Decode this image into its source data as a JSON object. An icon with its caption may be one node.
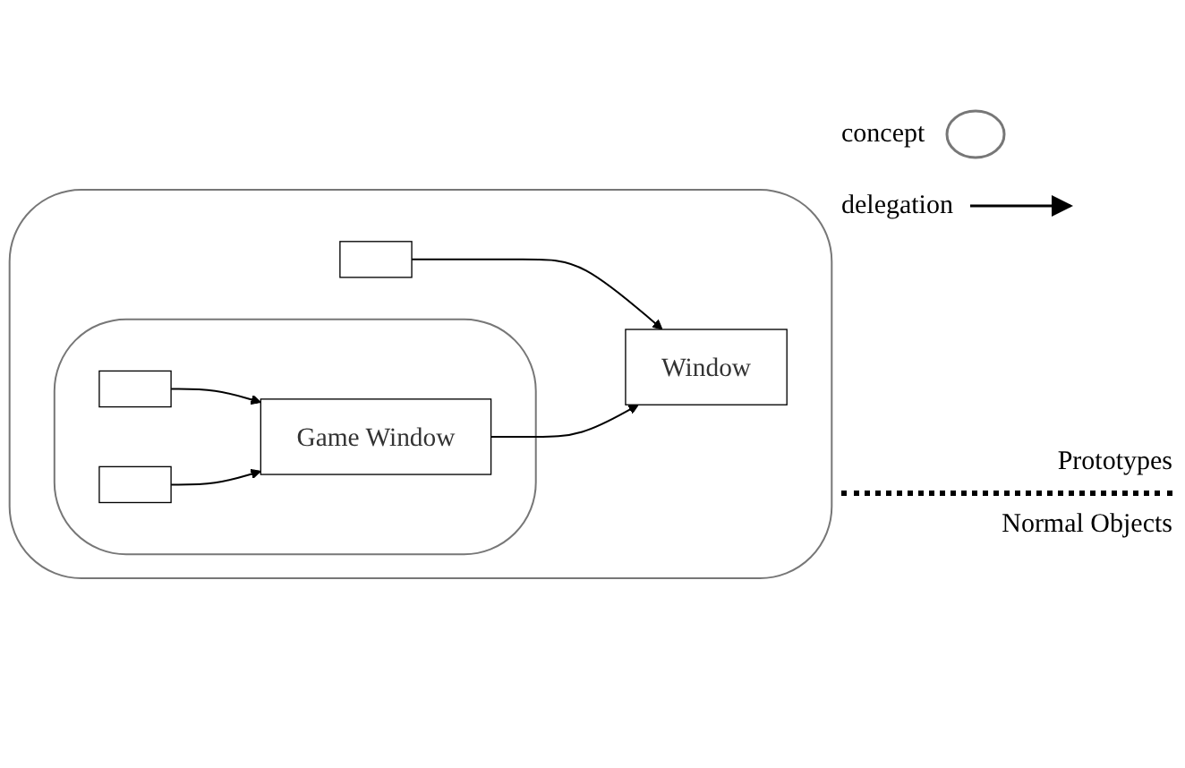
{
  "diagram": {
    "nodes": [
      {
        "text": [],
        "shape": "cloud"
      },
      {
        "text": [
          "Window"
        ],
        "in": 0
      },
      {
        "text": [],
        "shape": "cloud",
        "in": 0
      },
      {
        "text": [
          "Game Window"
        ],
        "in": 2
      },
      {
        "text": [],
        "shape": "box",
        "in": 0
      },
      {
        "text": [],
        "shape": "box",
        "in": 2
      },
      {
        "text": [],
        "shape": "box",
        "in": 2
      }
    ],
    "edges": [
      {
        "from": 4,
        "to": 1,
        "arrow": "to"
      },
      {
        "from": 3,
        "to": 1,
        "arrow": "to"
      },
      {
        "from": 5,
        "to": 3,
        "arrow": "to"
      },
      {
        "from": 6,
        "to": 3,
        "arrow": "to"
      }
    ],
    "labels": [
      "Prototypes",
      "Normal Objects"
    ],
    "legend": [
      {
        "text": "concept"
      },
      {
        "text": "delegation"
      }
    ]
  }
}
